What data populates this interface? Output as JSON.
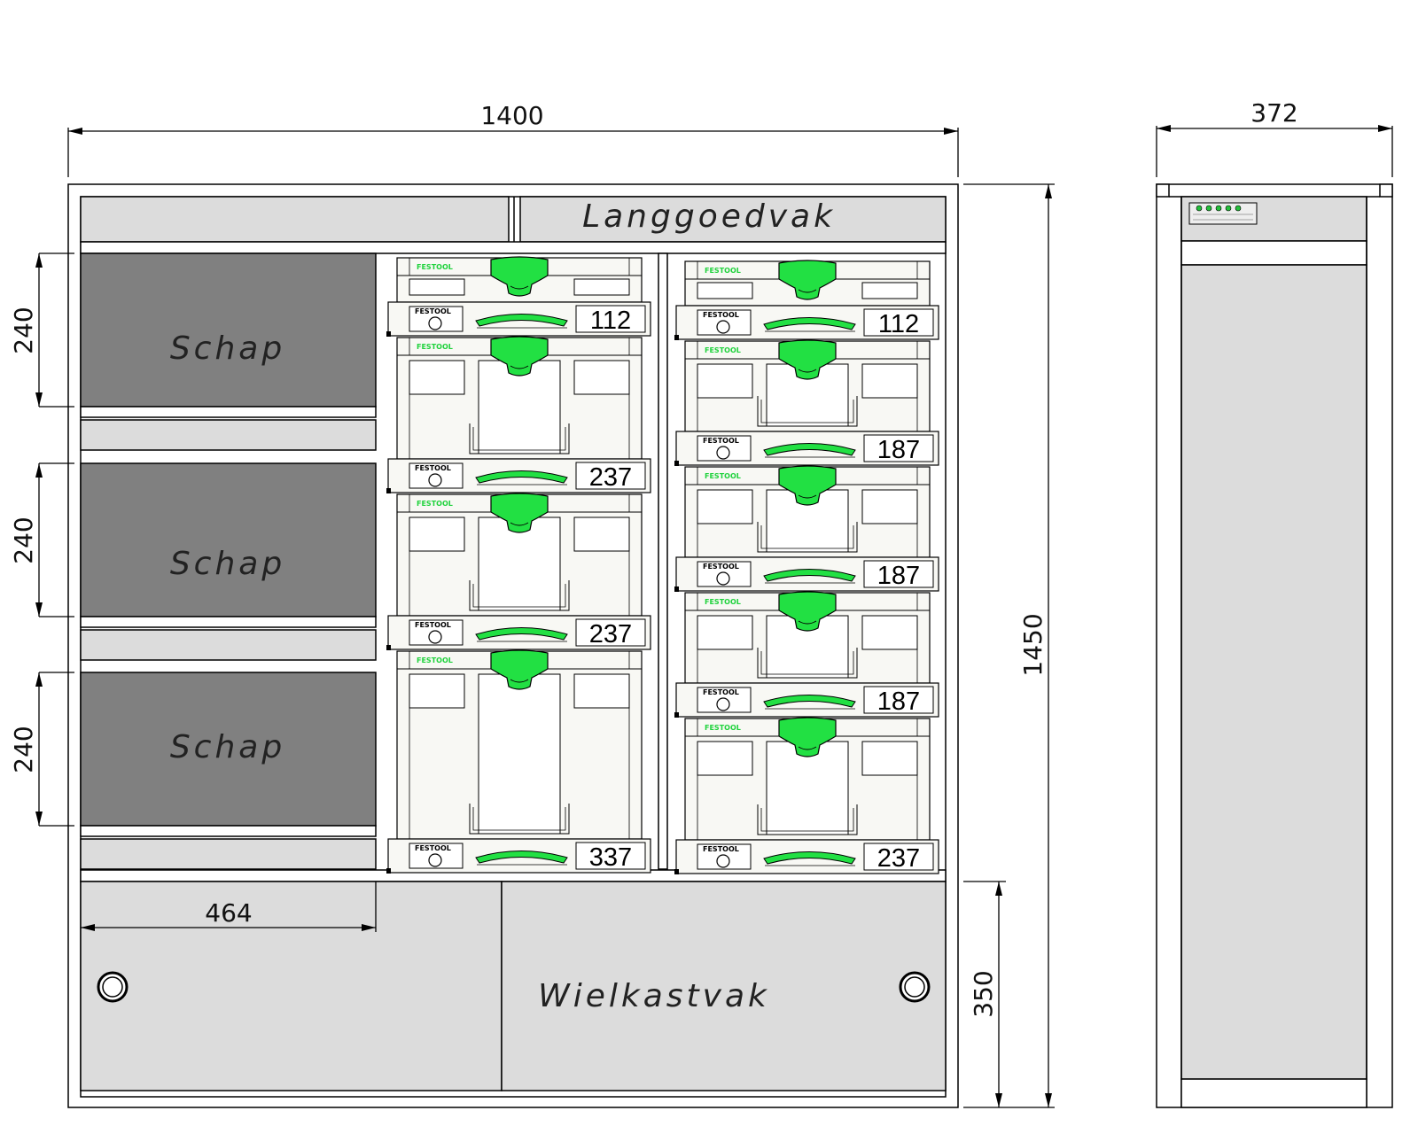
{
  "dimensions": {
    "width_front": "1400",
    "width_side": "372",
    "height_total": "1450",
    "shelf_heights": [
      "240",
      "240",
      "240"
    ],
    "shelf_width": "464",
    "wheel_box_height": "350"
  },
  "labels": {
    "long_goods": "Langgoedvak",
    "shelf": "Schap",
    "wheel_box": "Wielkastvak"
  },
  "brand": "FESTOOL",
  "systainers": {
    "left_column": [
      "112",
      "237",
      "237",
      "337"
    ],
    "right_column": [
      "112",
      "187",
      "187",
      "187",
      "237"
    ]
  },
  "colors": {
    "handle_green": "#22e043",
    "brand_green": "#1fd23c",
    "shelf_dark": "#808080",
    "panel_light": "#dcdcdc",
    "systainer_body": "#f8f8f4"
  }
}
